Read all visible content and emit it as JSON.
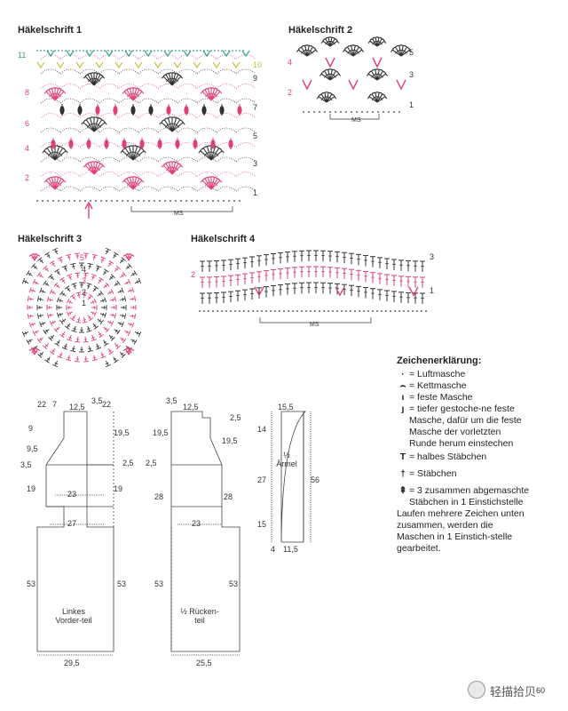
{
  "charts": {
    "c1": {
      "title": "Häkelschrift 1",
      "rows_right": [
        "1",
        "3",
        "5",
        "7",
        "9"
      ],
      "rows_left": [
        "2",
        "4",
        "6",
        "8"
      ],
      "row10": "10",
      "row11": "11",
      "ms": "MS"
    },
    "c2": {
      "title": "Häkelschrift 2",
      "rows_right": [
        "1",
        "3",
        "5"
      ],
      "rows_left": [
        "2",
        "4"
      ],
      "ms": "MS"
    },
    "c3": {
      "title": "Häkelschrift 3",
      "rounds": [
        "1",
        "2",
        "3",
        "4",
        "5"
      ]
    },
    "c4": {
      "title": "Häkelschrift 4",
      "rows_right": [
        "1",
        "3"
      ],
      "rows_left": [
        "2"
      ],
      "ms": "MS"
    }
  },
  "legend": {
    "title": "Zeichenerklärung:",
    "items": [
      {
        "symbol": "·",
        "text": "= Luftmasche"
      },
      {
        "symbol": "⌢",
        "text": "= Kettmasche"
      },
      {
        "symbol": "ı",
        "text": "= feste Masche"
      },
      {
        "symbol": "ȷ",
        "text": "= tiefer gestoche-ne feste Masche, dafür um die feste Masche der vorletzten Runde herum einstechen"
      },
      {
        "symbol": "T",
        "text": "= halbes Stäbchen"
      },
      {
        "symbol": "†",
        "text": "= Stäbchen"
      },
      {
        "symbol": "⇞",
        "text": "= 3 zusammen abgemaschte Stäbchen in 1 Einstichstelle"
      }
    ],
    "note": "Laufen mehrere Zeichen unten zusammen, werden die Maschen in 1 Einstich-stelle gearbeitet."
  },
  "pattern": {
    "front": {
      "label": "Linkes Vorder-teil",
      "top": [
        "22",
        "7",
        "12,5",
        "3,5",
        "22"
      ],
      "left": [
        "9",
        "9,5",
        "3,5",
        "19",
        "53"
      ],
      "right": [
        "19,5",
        "2,5",
        "19",
        "53"
      ],
      "width1": "23",
      "width2": "27",
      "bottom": "29,5"
    },
    "back": {
      "label": "½ Rücken-teil",
      "top": [
        "3,5",
        "12,5",
        "2,5"
      ],
      "left": [
        "19,5",
        "2,5",
        "28",
        "53"
      ],
      "right": [
        "19,5",
        "28",
        "53"
      ],
      "width": "23",
      "bottom": "25,5"
    },
    "sleeve": {
      "label": "½ Ärmel",
      "top": "15,5",
      "left": [
        "14",
        "27",
        "15"
      ],
      "right": "56",
      "bottom_left": "4",
      "bottom": "11,5"
    }
  },
  "watermark": {
    "text": "轻描拾贝",
    "page": "60"
  },
  "colors": {
    "pink": "#e0407a",
    "dark": "#333333",
    "green": "#3aa08a",
    "yellow": "#c8c24a"
  }
}
